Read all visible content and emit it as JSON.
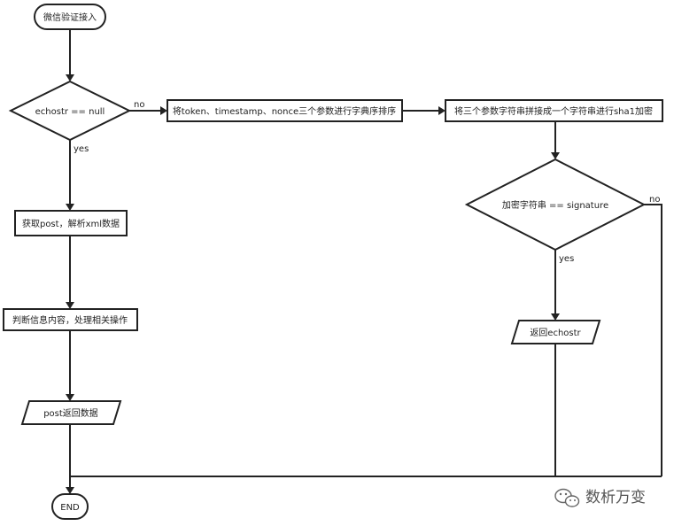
{
  "nodes": {
    "start": "微信验证接入",
    "check_echostr": "echostr == null",
    "sort_params": "将token、timestamp、nonce三个参数进行字典序排序",
    "concat_sha1": "将三个参数字符串拼接成一个字符串进行sha1加密",
    "compare_sig": "加密字符串 == signature",
    "return_echostr": "返回echostr",
    "get_post": "获取post，解析xml数据",
    "judge_info": "判断信息内容，处理相关操作",
    "post_return": "post返回数据",
    "end": "END"
  },
  "edge_labels": {
    "no1": "no",
    "yes1": "yes",
    "yes2": "yes",
    "no2": "no"
  },
  "watermark": {
    "text": "数析万变",
    "icon": "wechat-icon"
  },
  "colors": {
    "stroke": "#222222",
    "background": "#ffffff"
  }
}
